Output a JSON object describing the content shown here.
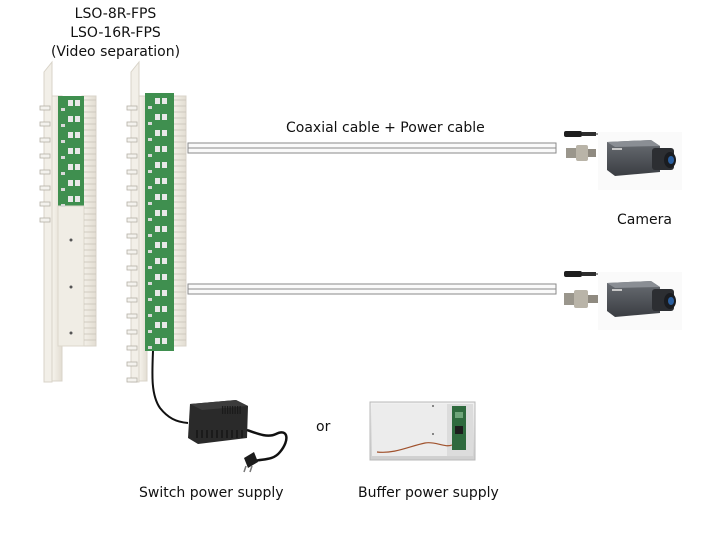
{
  "title": {
    "lines": [
      "LSO-8R-FPS",
      "LSO-16R-FPS",
      "(Video separation)"
    ]
  },
  "labels": {
    "cable": "Coaxial cable + Power cable",
    "camera": "Camera",
    "or": "or",
    "switch_psu": "Switch power supply",
    "buffer_psu": "Buffer power supply"
  },
  "devices": [
    {
      "name": "LSO-8R-FPS",
      "kind": "video separation panel (8 channels)"
    },
    {
      "name": "LSO-16R-FPS",
      "kind": "video separation panel (16 channels)"
    }
  ],
  "connections": [
    {
      "from": "LSO-16R-FPS",
      "to": "Camera",
      "via": "Coaxial cable + Power cable"
    },
    {
      "from": "LSO-16R-FPS",
      "to": "Camera",
      "via": "Coaxial cable + Power cable"
    },
    {
      "from": "LSO-16R-FPS",
      "to": "Switch power supply",
      "via": "power cord"
    }
  ],
  "colors": {
    "pcb": "#3f8f4f",
    "panel": "#ece8df",
    "cable_stroke": "#8a8a8a",
    "camera_body": "#4a4d52"
  }
}
